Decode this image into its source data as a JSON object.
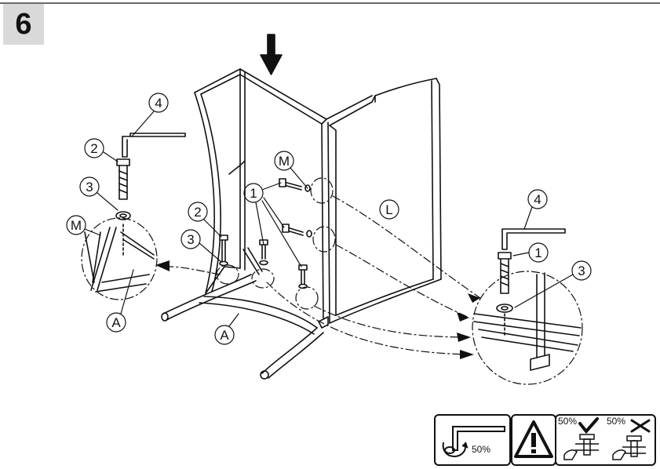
{
  "step_number": "6",
  "callouts": {
    "hex_key": "4",
    "bolt": "2",
    "washer": "3",
    "panel_m": "M",
    "frame_a": "A",
    "bolt_group": "1",
    "panel_l": "L"
  },
  "icons": {
    "torque_label": "50%",
    "ok_label": "50%",
    "not_ok_label": "50%",
    "hex_key_icon": "hex-key-icon",
    "warning_icon": "warning-icon",
    "check_icon": "check-icon",
    "cross_icon": "cross-icon"
  },
  "colors": {
    "line": "#111111",
    "step_bg": "#d9d9d9"
  }
}
